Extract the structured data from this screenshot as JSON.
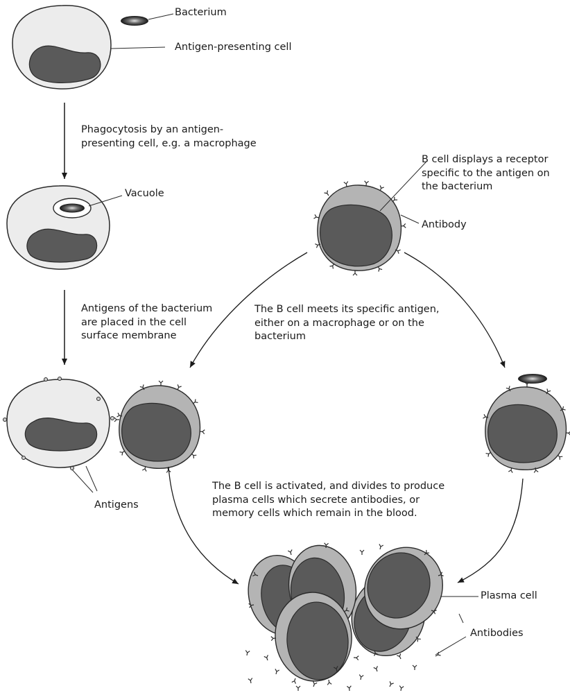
{
  "labels": {
    "bacterium": "Bacterium",
    "antigen_presenting_cell": "Antigen-presenting cell",
    "phagocytosis": "Phagocytosis by an antigen-\npresenting cell, e.g. a macrophage",
    "vacuole": "Vacuole",
    "antigens_placed": "Antigens of the bacterium\nare placed in the cell\nsurface membrane",
    "b_cell_receptor": "B cell displays a receptor\nspecific to the antigen on\nthe bacterium",
    "antibody": "Antibody",
    "b_cell_meets": "The B cell meets its specific antigen,\neither on a macrophage or on the\nbacterium",
    "antigens": "Antigens",
    "b_cell_activated": "The B cell is activated, and divides to produce\nplasma cells which secrete antibodies, or\nmemory cells which remain in the blood.",
    "plasma_cell": "Plasma cell",
    "antibodies": "Antibodies"
  },
  "colors": {
    "cell_fill": "#ececec",
    "nucleus": "#5a5a5a",
    "b_cell_cytoplasm": "#b4b4b4",
    "outline": "#2a2a2a"
  }
}
